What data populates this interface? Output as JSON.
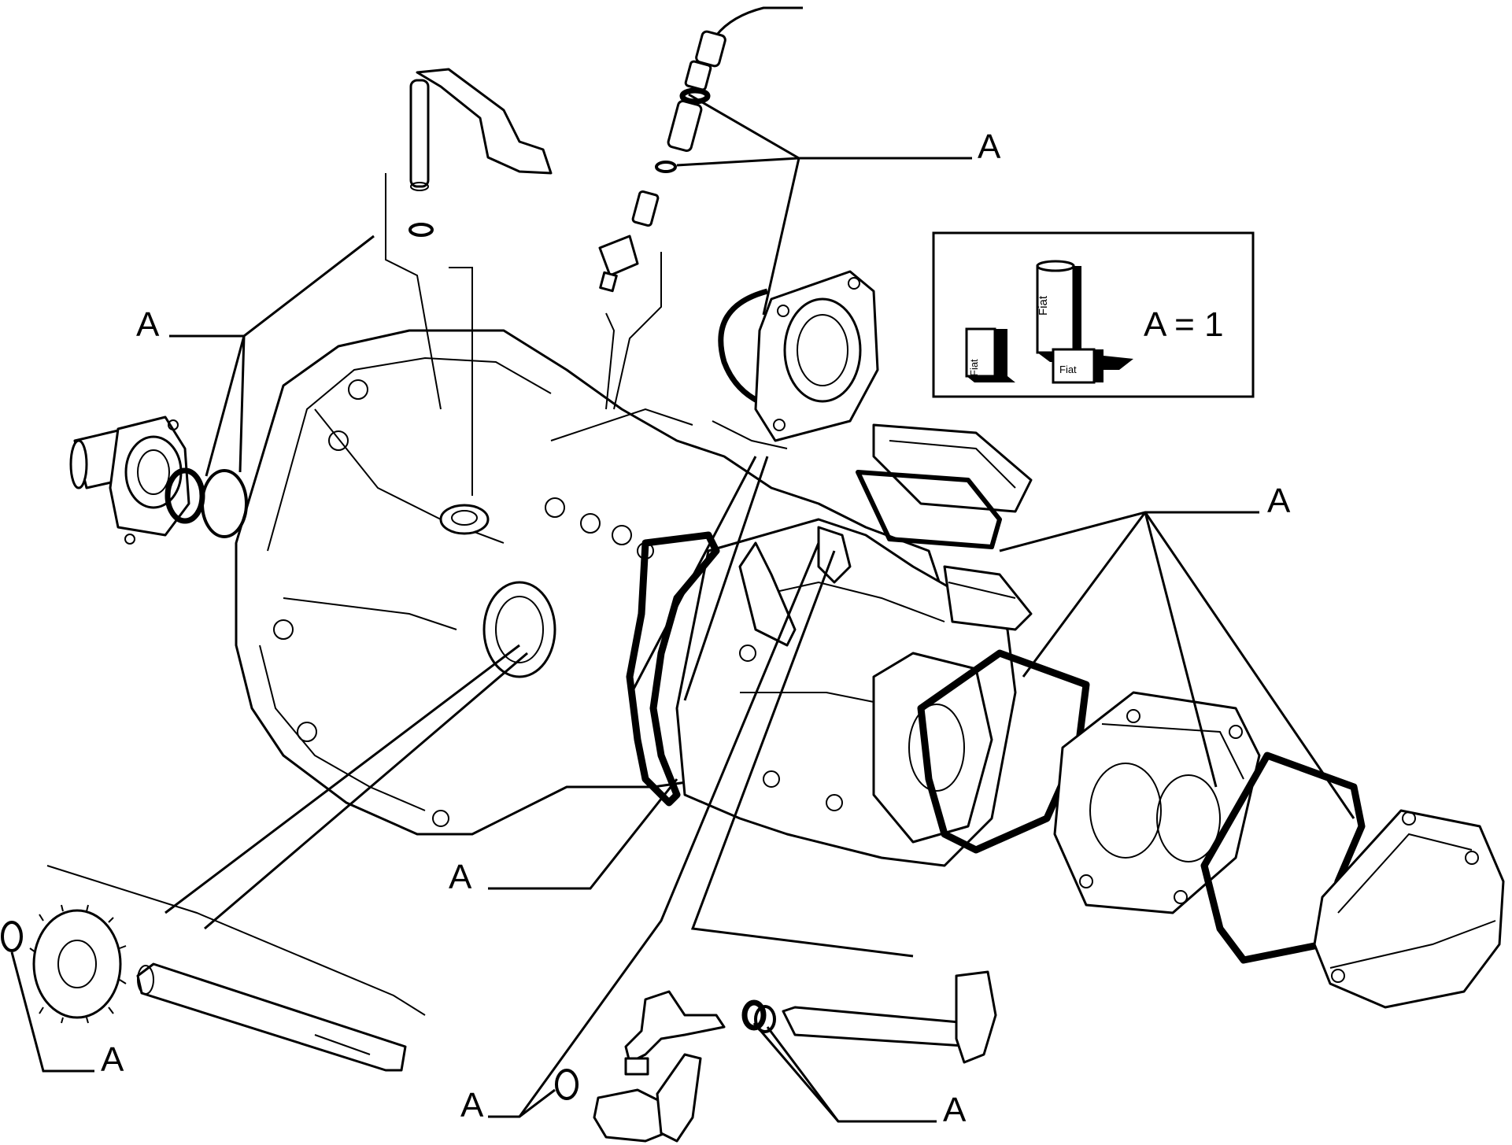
{
  "callout_letter": "A",
  "legend": {
    "text": "A = 1",
    "product_brand": "Fiat"
  },
  "colors": {
    "line": "#000000",
    "background": "#ffffff"
  }
}
